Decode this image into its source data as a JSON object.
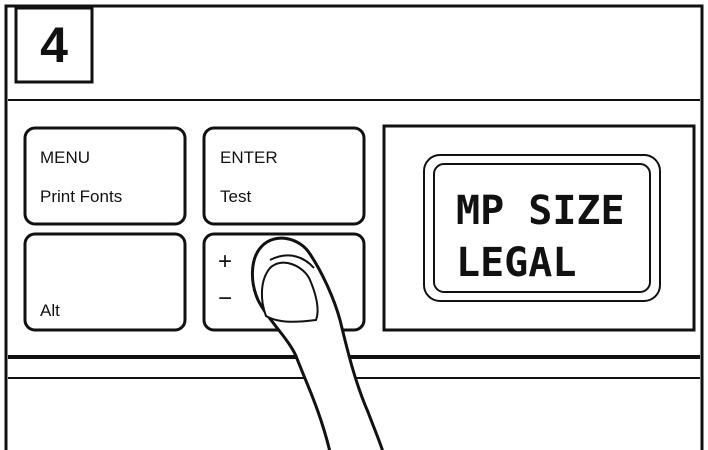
{
  "step_number": "4",
  "buttons": {
    "menu": {
      "top": "MENU",
      "bottom": "Print Fonts"
    },
    "enter": {
      "top": "ENTER",
      "bottom": "Test"
    },
    "alt": {
      "label": "Alt"
    },
    "plusminus": {
      "plus": "+",
      "minus": "−"
    }
  },
  "display": {
    "line1": "MP SIZE",
    "line2": "LEGAL"
  }
}
